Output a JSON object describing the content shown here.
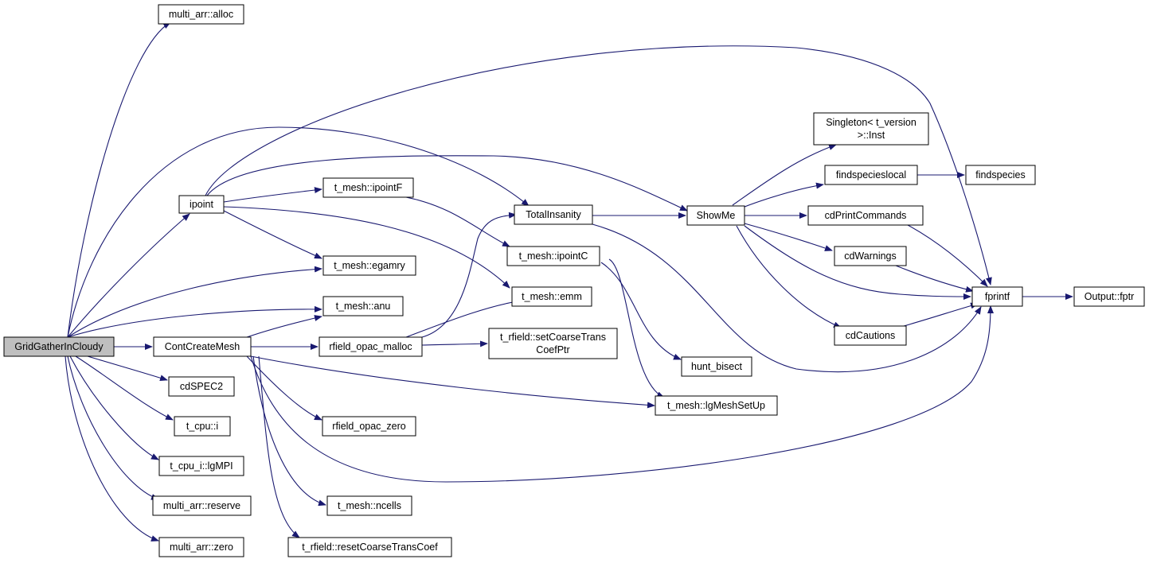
{
  "colors": {
    "edge": "#191970",
    "root_fill": "#bfbfbf",
    "node_fill": "#ffffff",
    "node_stroke": "#000000"
  },
  "nodes": {
    "grid_gather_in_cloudy": [
      "GridGatherInCloudy"
    ],
    "multi_arr_alloc": [
      "multi_arr::alloc"
    ],
    "ipoint": [
      "ipoint"
    ],
    "cont_create_mesh": [
      "ContCreateMesh"
    ],
    "cd_spec2": [
      "cdSPEC2"
    ],
    "t_cpu_i": [
      "t_cpu::i"
    ],
    "t_cpu_i_lgmpi": [
      "t_cpu_i::lgMPI"
    ],
    "multi_arr_reserve": [
      "multi_arr::reserve"
    ],
    "multi_arr_zero": [
      "multi_arr::zero"
    ],
    "t_mesh_ipointf": [
      "t_mesh::ipointF"
    ],
    "t_mesh_egamry": [
      "t_mesh::egamry"
    ],
    "t_mesh_anu": [
      "t_mesh::anu"
    ],
    "rfield_opac_malloc": [
      "rfield_opac_malloc"
    ],
    "rfield_opac_zero": [
      "rfield_opac_zero"
    ],
    "t_mesh_ncells": [
      "t_mesh::ncells"
    ],
    "t_rfield_reset_coarse_trans_coef": [
      "t_rfield::resetCoarseTransCoef"
    ],
    "total_insanity": [
      "TotalInsanity"
    ],
    "t_mesh_ipointc": [
      "t_mesh::ipointC"
    ],
    "t_mesh_emm": [
      "t_mesh::emm"
    ],
    "t_rfield_set_coarse_trans_coef_ptr": [
      "t_rfield::setCoarseTrans",
      "CoefPtr"
    ],
    "hunt_bisect": [
      "hunt_bisect"
    ],
    "t_mesh_lgmeshsetup": [
      "t_mesh::lgMeshSetUp"
    ],
    "show_me": [
      "ShowMe"
    ],
    "singleton_inst": [
      "Singleton< t_version",
      ">::Inst"
    ],
    "find_species_local": [
      "findspecieslocal"
    ],
    "cd_print_commands": [
      "cdPrintCommands"
    ],
    "cd_warnings": [
      "cdWarnings"
    ],
    "cd_cautions": [
      "cdCautions"
    ],
    "find_species": [
      "findspecies"
    ],
    "fprintf": [
      "fprintf"
    ],
    "output_fptr": [
      "Output::fptr"
    ]
  },
  "edges": [
    [
      "grid_gather_in_cloudy",
      "multi_arr_alloc"
    ],
    [
      "grid_gather_in_cloudy",
      "ipoint"
    ],
    [
      "grid_gather_in_cloudy",
      "t_mesh_egamry"
    ],
    [
      "grid_gather_in_cloudy",
      "t_mesh_anu"
    ],
    [
      "grid_gather_in_cloudy",
      "cont_create_mesh"
    ],
    [
      "grid_gather_in_cloudy",
      "cd_spec2"
    ],
    [
      "grid_gather_in_cloudy",
      "t_cpu_i"
    ],
    [
      "grid_gather_in_cloudy",
      "t_cpu_i_lgmpi"
    ],
    [
      "grid_gather_in_cloudy",
      "multi_arr_reserve"
    ],
    [
      "grid_gather_in_cloudy",
      "multi_arr_zero"
    ],
    [
      "grid_gather_in_cloudy",
      "total_insanity"
    ],
    [
      "ipoint",
      "t_mesh_ipointf"
    ],
    [
      "ipoint",
      "t_mesh_egamry"
    ],
    [
      "ipoint",
      "t_mesh_emm"
    ],
    [
      "ipoint",
      "show_me"
    ],
    [
      "ipoint",
      "fprintf"
    ],
    [
      "cont_create_mesh",
      "t_mesh_anu"
    ],
    [
      "cont_create_mesh",
      "rfield_opac_malloc"
    ],
    [
      "cont_create_mesh",
      "t_mesh_lgmeshsetup"
    ],
    [
      "cont_create_mesh",
      "rfield_opac_zero"
    ],
    [
      "cont_create_mesh",
      "t_mesh_ncells"
    ],
    [
      "cont_create_mesh",
      "t_rfield_reset_coarse_trans_coef"
    ],
    [
      "cont_create_mesh",
      "fprintf"
    ],
    [
      "t_mesh_ipointf",
      "t_mesh_ipointc"
    ],
    [
      "rfield_opac_malloc",
      "total_insanity"
    ],
    [
      "rfield_opac_malloc",
      "t_mesh_emm"
    ],
    [
      "rfield_opac_malloc",
      "t_rfield_set_coarse_trans_coef_ptr"
    ],
    [
      "t_mesh_ipointc",
      "hunt_bisect"
    ],
    [
      "t_mesh_ipointc",
      "t_mesh_lgmeshsetup"
    ],
    [
      "total_insanity",
      "show_me"
    ],
    [
      "total_insanity",
      "fprintf"
    ],
    [
      "show_me",
      "singleton_inst"
    ],
    [
      "show_me",
      "find_species_local"
    ],
    [
      "show_me",
      "cd_print_commands"
    ],
    [
      "show_me",
      "cd_warnings"
    ],
    [
      "show_me",
      "fprintf"
    ],
    [
      "show_me",
      "cd_cautions"
    ],
    [
      "find_species_local",
      "find_species"
    ],
    [
      "cd_print_commands",
      "fprintf"
    ],
    [
      "cd_warnings",
      "fprintf"
    ],
    [
      "cd_cautions",
      "fprintf"
    ],
    [
      "fprintf",
      "output_fptr"
    ]
  ]
}
